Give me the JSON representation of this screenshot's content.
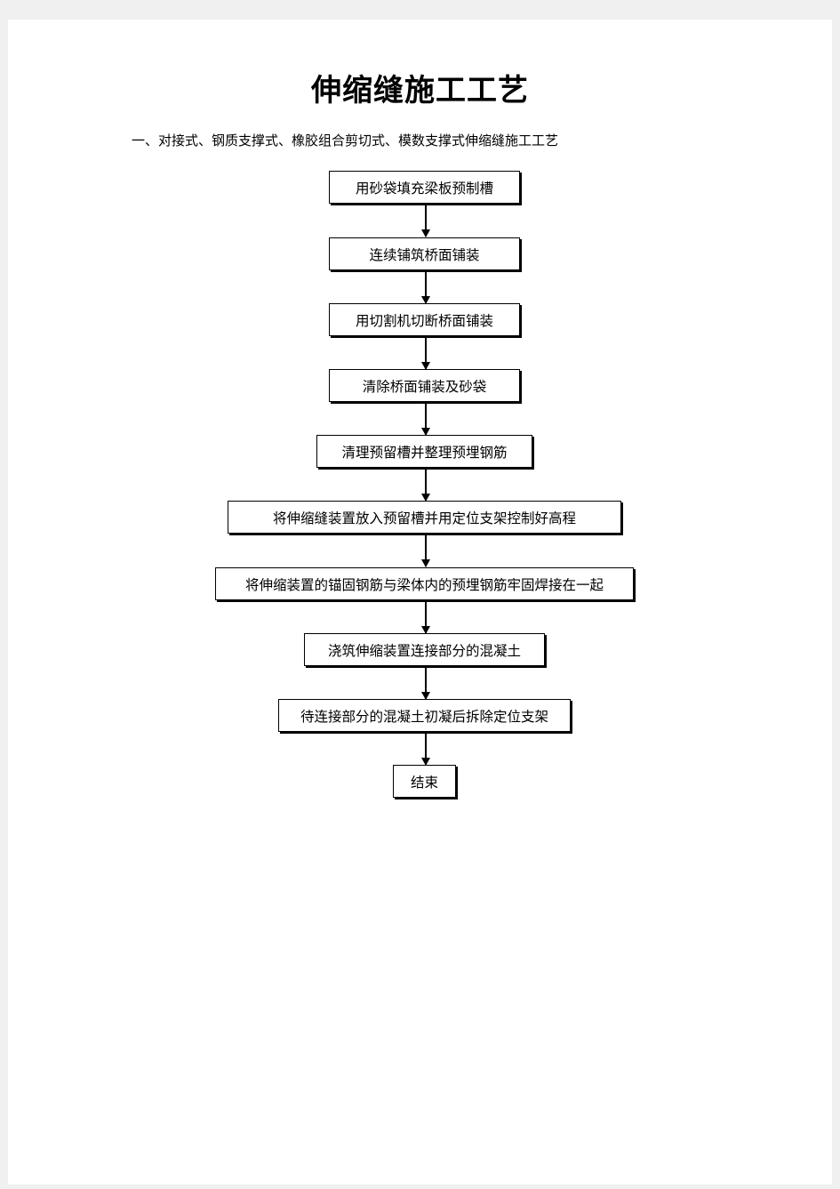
{
  "document": {
    "title": "伸缩缝施工工艺",
    "subtitle": "一、对接式、钢质支撑式、橡胶组合剪切式、模数支撑式伸缩缝施工工艺"
  },
  "flowchart": {
    "steps": [
      "用砂袋填充梁板预制槽",
      "连续铺筑桥面铺装",
      "用切割机切断桥面铺装",
      "清除桥面铺装及砂袋",
      "清理预留槽并整理预埋钢筋",
      "将伸缩缝装置放入预留槽并用定位支架控制好高程",
      "将伸缩装置的锚固钢筋与梁体内的预埋钢筋牢固焊接在一起",
      "浇筑伸缩装置连接部分的混凝土",
      "待连接部分的混凝土初凝后拆除定位支架",
      "结束"
    ]
  }
}
